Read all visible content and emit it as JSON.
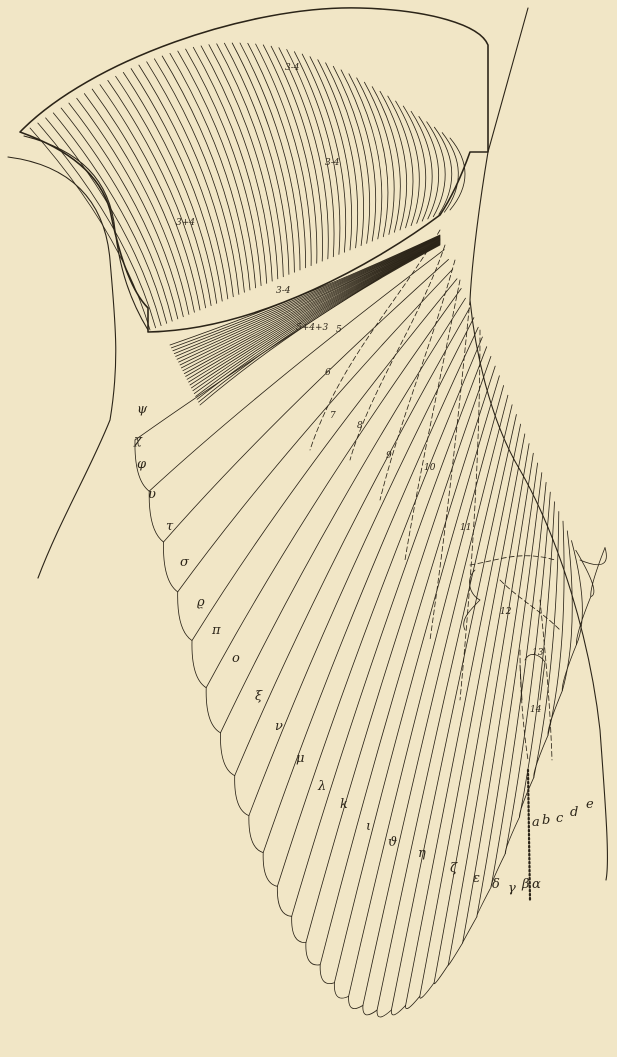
{
  "colors": {
    "paper": "#f1e6c6",
    "ink": "#2b2418"
  },
  "labels": {
    "muscle": [
      "3-4",
      "3-4",
      "3+4",
      "3-4",
      "5+4+3",
      "5"
    ],
    "numbers": [
      "6",
      "7",
      "8",
      "9",
      "10",
      "11",
      "12",
      "13",
      "14"
    ],
    "greek": [
      "ψ",
      "χ",
      "φ",
      "υ",
      "τ",
      "σ",
      "ϱ",
      "π",
      "o",
      "ξ",
      "ν",
      "μ",
      "λ",
      "k",
      "ι",
      "ϑ",
      "η",
      "ζ",
      "ε",
      "δ",
      "γ",
      "β",
      "α"
    ],
    "latin": [
      "a",
      "b",
      "c",
      "d",
      "e"
    ]
  }
}
